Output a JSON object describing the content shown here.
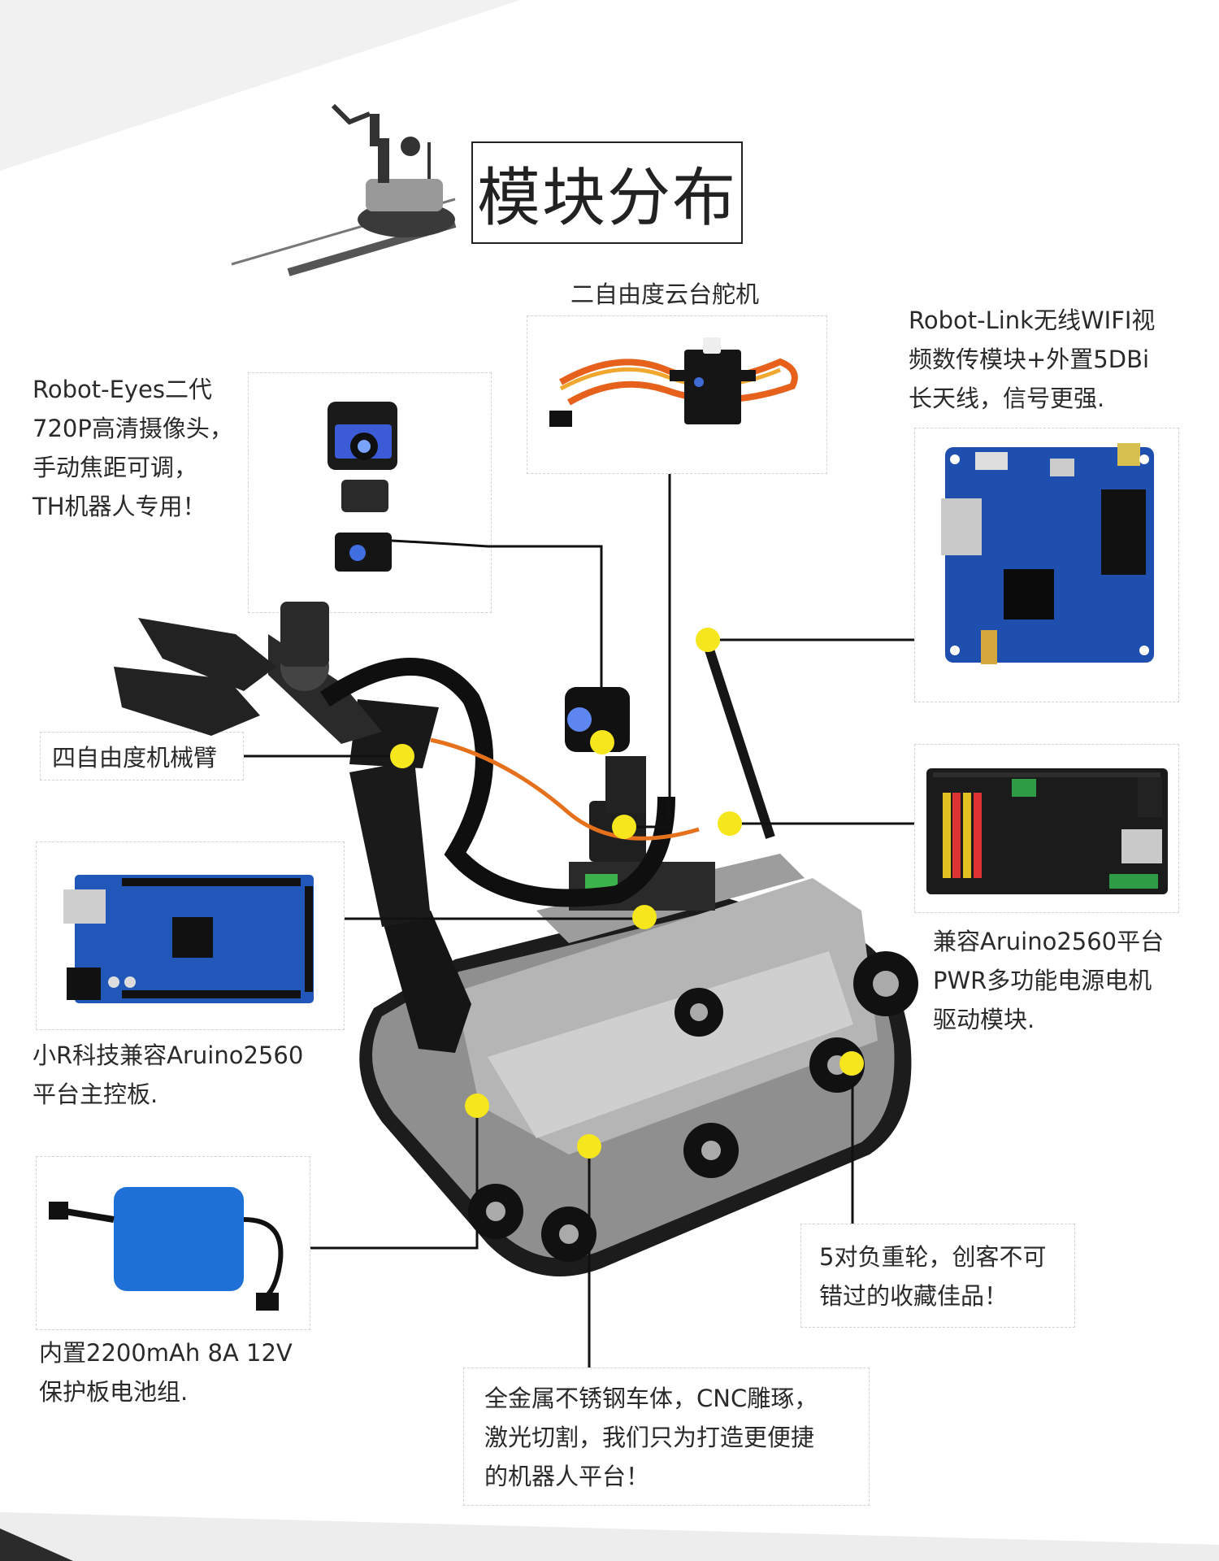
{
  "title": "模块分布",
  "labels": {
    "camera": "Robot-Eyes二代\n720P高清摄像头，\n手动焦距可调，\nTH机器人专用！",
    "servo": "二自由度云台舵机",
    "wifi": "Robot-Link无线WIFI视\n频数传模块+外置5DBi\n长天线，信号更强.",
    "arm": "四自由度机械臂",
    "mainboard": "小R科技兼容Aruino2560\n平台主控板.",
    "driver": "兼容Aruino2560平台\nPWR多功能电源电机\n驱动模块.",
    "wheels": "5对负重轮，创客不可\n错过的收藏佳品！",
    "battery": "内置2200mAh 8A 12V\n保护板电池组.",
    "chassis": "全金属不锈钢车体，CNC雕琢，\n激光切割，我们只为打造更便捷\n的机器人平台！"
  },
  "colors": {
    "marker": "#f5e61e",
    "board_blue": "#1f4fae",
    "board_black": "#1b1b1b",
    "battery_blue": "#1e6fd6",
    "line": "#111111"
  }
}
